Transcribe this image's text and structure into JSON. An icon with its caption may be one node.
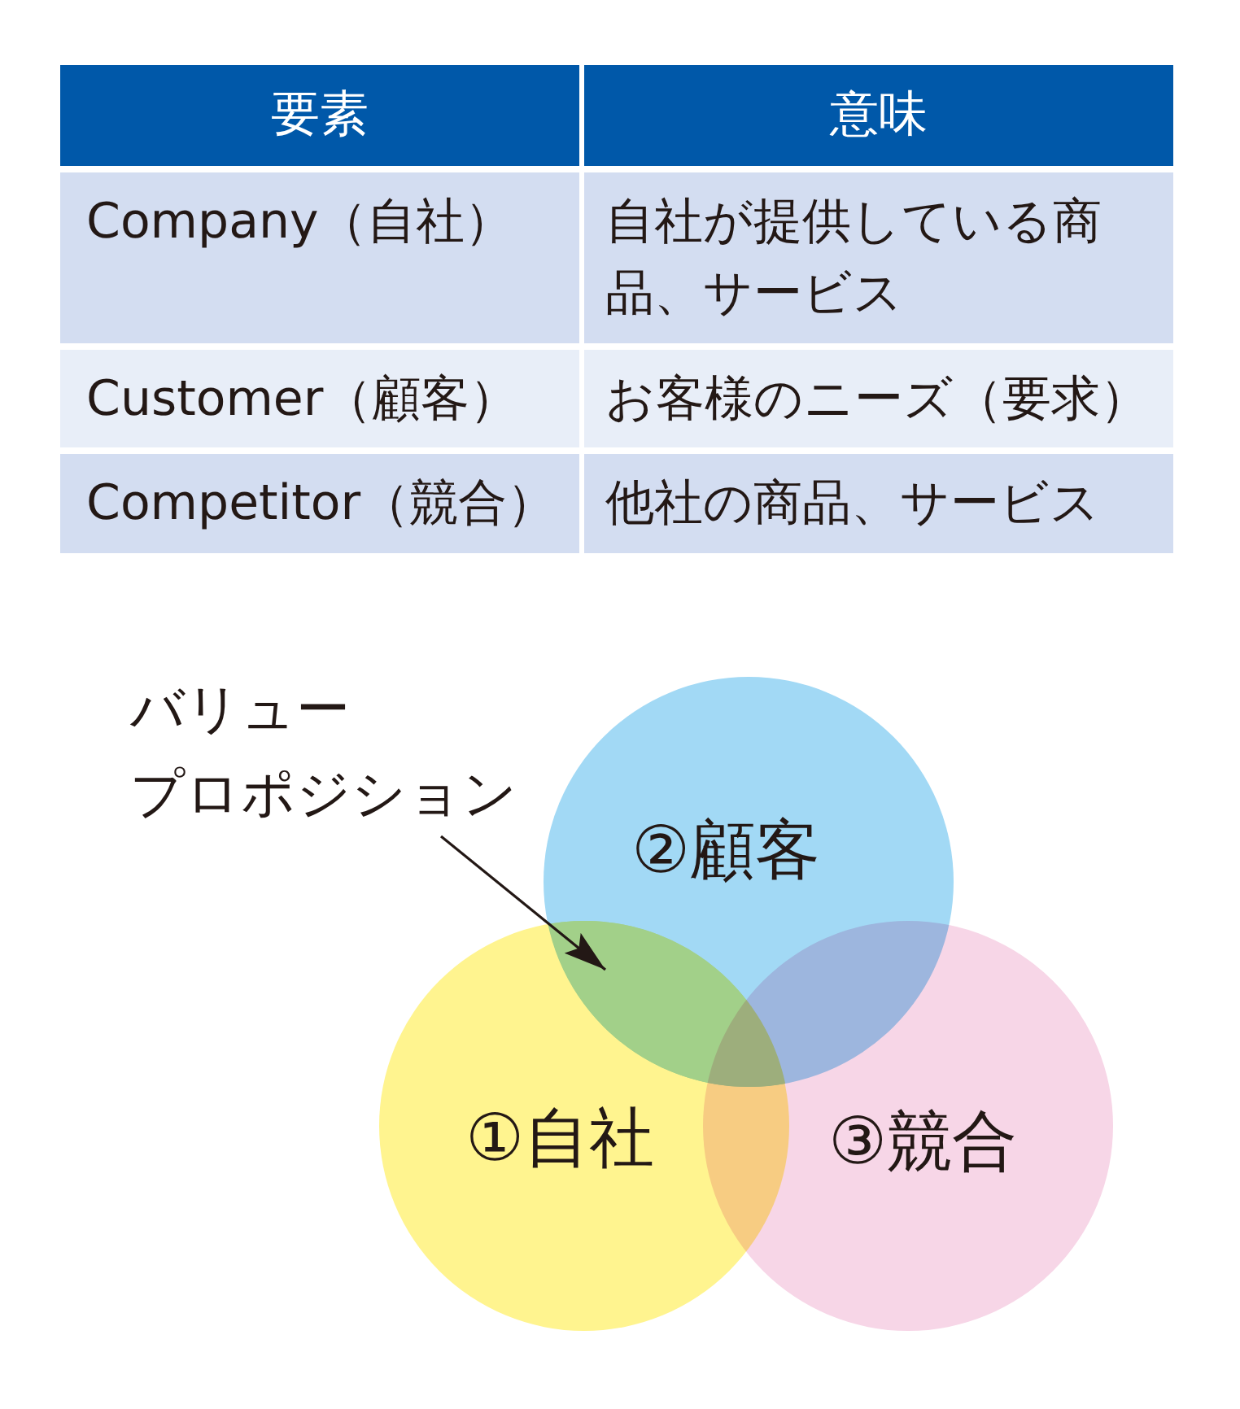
{
  "diagram": {
    "nodes": [
      {
        "text": [
          "バリュープロポジション"
        ]
      },
      {
        "text": [
          "②顧客"
        ]
      },
      {
        "text": [],
        "shape": "lens"
      },
      {
        "text": [
          "①自社"
        ]
      },
      {
        "text": [
          "③競合"
        ]
      }
    ],
    "edges": [
      {
        "from": 0,
        "to": 2,
        "arrow": "to"
      }
    ],
    "labels": [
      "要素",
      "意味",
      "Company（自社）",
      "自社が提供している商品、サービス",
      "Customer（顧客）",
      "お客様のニーズ（要求）",
      "Competitor（競合）",
      "他社の商品、サービス"
    ]
  }
}
